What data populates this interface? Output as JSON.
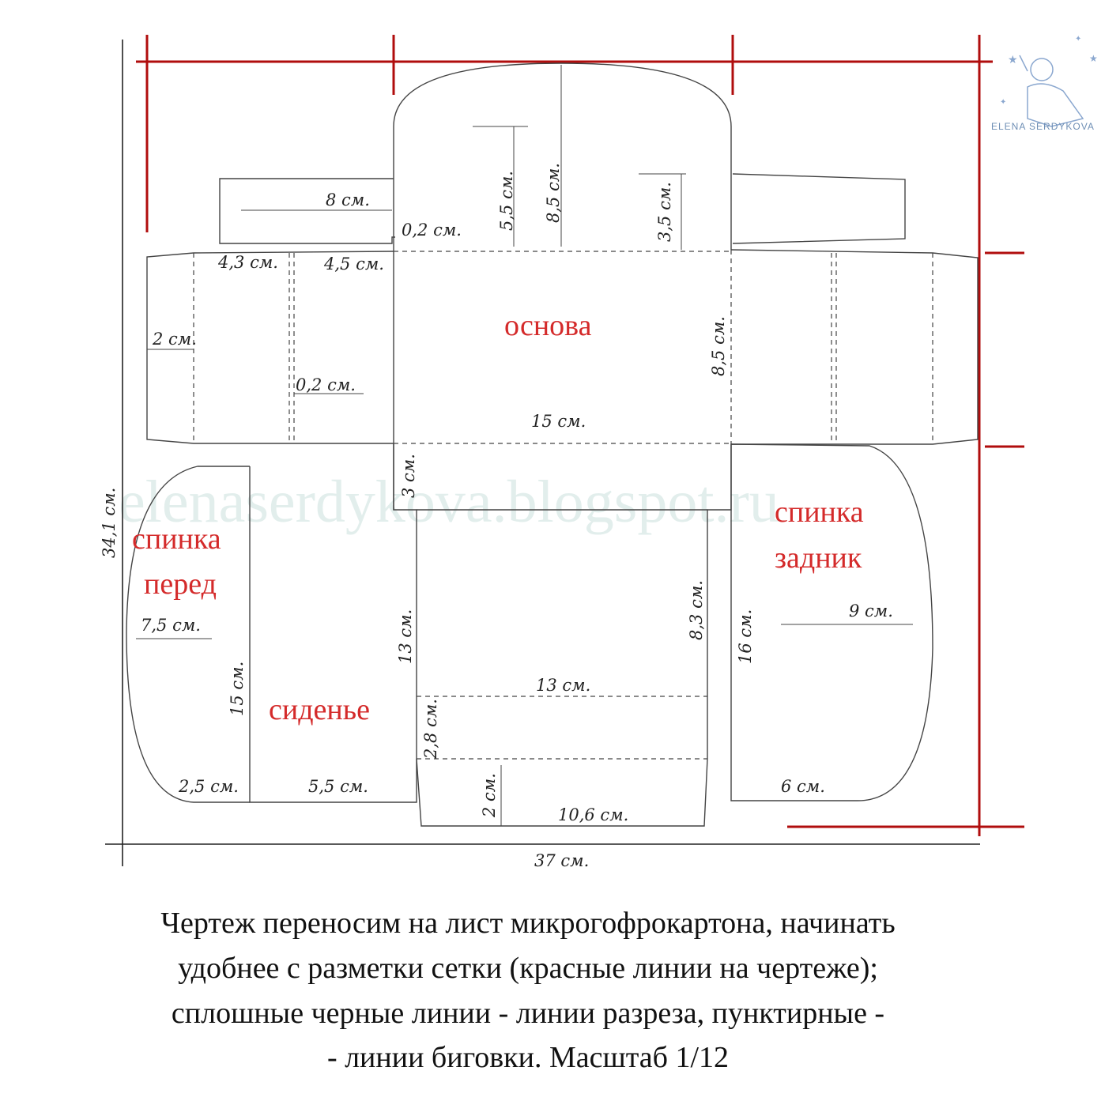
{
  "watermark": "elenaserdykova.blogspot.ru",
  "logo_text": "ELENA SERDYKOVA",
  "colors": {
    "grid": "#b00d0d",
    "label": "#d42a2a",
    "line": "#444444"
  },
  "part_labels": {
    "osnova": "основа",
    "spinka_zadnik_1": "спинка",
    "spinka_zadnik_2": "задник",
    "spinka_pered_1": "спинка",
    "spinka_pered_2": "перед",
    "sidenye": "сиденье"
  },
  "dimensions": {
    "d_8": "8 см.",
    "d_55_top": "5,5 см.",
    "d_85_top": "8,5 см.",
    "d_35": "3,5 см.",
    "d_02_top": "0,2 см.",
    "d_43": "4,3 см.",
    "d_45": "4,5 см.",
    "d_2_left": "2 см.",
    "d_02_mid": "0,2 см.",
    "d_85_right": "8,5 см.",
    "d_15": "15 см.",
    "d_3": "3 см.",
    "d_341": "34,1 см.",
    "d_75": "7,5 см.",
    "d_15_v": "15 см.",
    "d_25": "2,5 см.",
    "d_55_bottom": "5,5 см.",
    "d_13_v": "13 см.",
    "d_83": "8,3 см.",
    "d_13_h": "13 см.",
    "d_28": "2,8 см.",
    "d_2_bottom": "2 см.",
    "d_106": "10,6 см.",
    "d_16": "16 см.",
    "d_9": "9 см.",
    "d_6": "6 см.",
    "d_37": "37 см."
  },
  "caption": [
    "Чертеж переносим на лист микрогофрокартона, начинать",
    "удобнее с разметки сетки (красные линии на чертеже);",
    "сплошные черные линии - линии разреза, пунктирные -",
    "- линии биговки.  Масштаб 1/12"
  ]
}
